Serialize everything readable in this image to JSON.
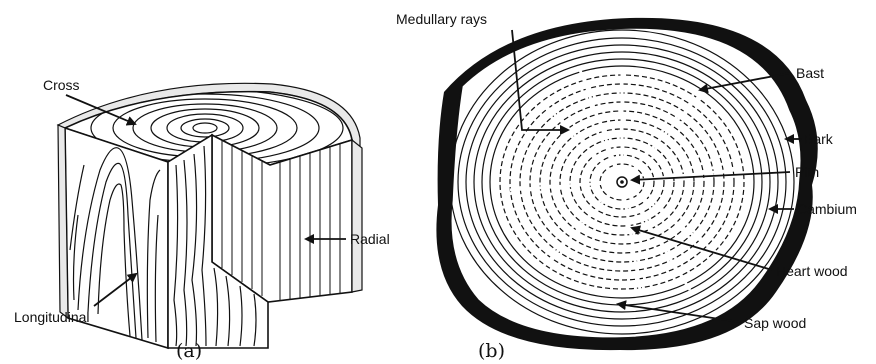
{
  "figure_a": {
    "labels": {
      "cross": "Cross",
      "radial": "Radial",
      "longitudinal": "Longitudinal"
    },
    "caption": "(a)"
  },
  "figure_b": {
    "labels": {
      "medullary_rays": "Medullary rays",
      "bast": "Bast",
      "bark": "Bark",
      "pith": "Pith",
      "cambium": "Cambium",
      "heart_wood": "Heart wood",
      "sap_wood": "Sap wood"
    },
    "caption": "(b)"
  }
}
